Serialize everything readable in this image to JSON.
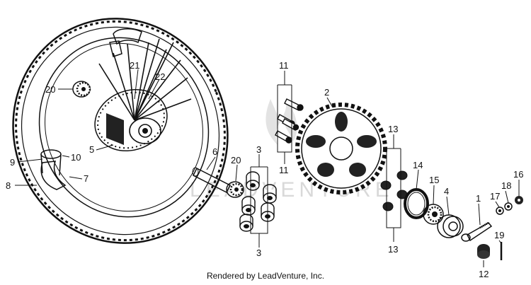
{
  "watermark": "LEADVENTURE",
  "footer": "Rendered by LeadVenture, Inc.",
  "callouts": {
    "c1": "1",
    "c2": "2",
    "c3a": "3",
    "c3b": "3",
    "c4": "4",
    "c5": "5",
    "c6": "6",
    "c7": "7",
    "c8": "8",
    "c9": "9",
    "c10": "10",
    "c11a": "11",
    "c11b": "11",
    "c12": "12",
    "c13a": "13",
    "c13b": "13",
    "c14": "14",
    "c15": "15",
    "c16": "16",
    "c17": "17",
    "c18": "18",
    "c19": "19",
    "c20a": "20",
    "c20b": "20",
    "c21": "21",
    "c22": "22"
  }
}
